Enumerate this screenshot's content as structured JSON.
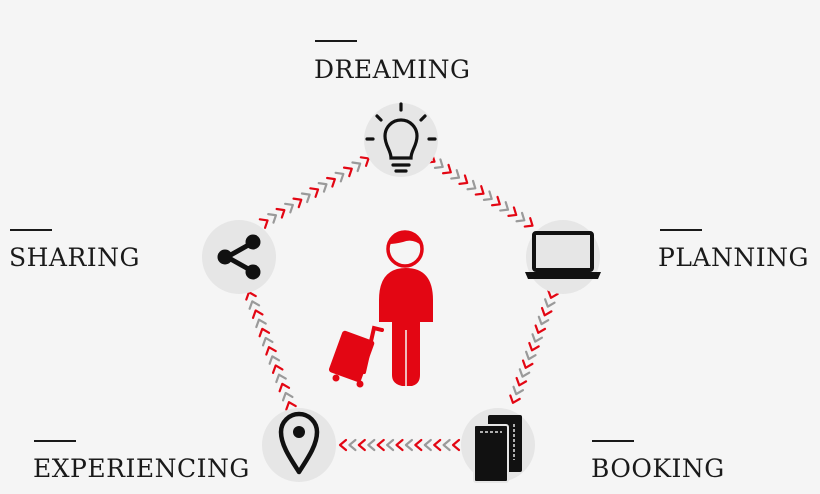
{
  "stages": {
    "dreaming": "DREAMING",
    "planning": "PLANNING",
    "booking": "BOOKING",
    "experiencing": "EXPERIENCING",
    "sharing": "SHARING"
  },
  "colors": {
    "accent": "#e30613",
    "chevron_alt": "#9a9a9a",
    "node_bg": "#e6e6e6",
    "text": "#1a1a1a"
  },
  "icons": {
    "dreaming": "lightbulb-icon",
    "planning": "laptop-icon",
    "booking": "tickets-icon",
    "experiencing": "location-pin-icon",
    "sharing": "share-icon",
    "center": "traveler-with-suitcase-icon"
  }
}
